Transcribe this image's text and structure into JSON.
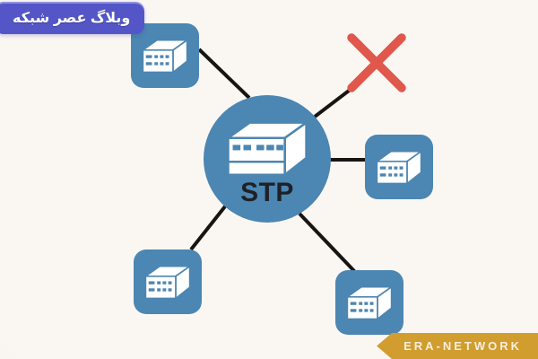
{
  "badge": {
    "label": "وبلاگ عصر شبکه"
  },
  "ribbon": {
    "label": "ERA-NETWORK"
  },
  "diagram": {
    "type": "network-topology",
    "center": {
      "id": "stp-switch",
      "label": "STP",
      "icon": "switch-icon",
      "shape": "circle"
    },
    "nodes": [
      {
        "id": "switch-top-left",
        "icon": "switch-icon"
      },
      {
        "id": "switch-right",
        "icon": "switch-icon"
      },
      {
        "id": "switch-bottom-left",
        "icon": "switch-icon"
      },
      {
        "id": "switch-bottom-right",
        "icon": "switch-icon"
      }
    ],
    "links": [
      {
        "from": "stp-switch",
        "to": "switch-top-left",
        "blocked": false
      },
      {
        "from": "stp-switch",
        "to": "blocked-branch-top-right",
        "blocked": true
      },
      {
        "from": "stp-switch",
        "to": "switch-right",
        "blocked": false
      },
      {
        "from": "stp-switch",
        "to": "switch-bottom-left",
        "blocked": false
      },
      {
        "from": "stp-switch",
        "to": "switch-bottom-right",
        "blocked": false
      }
    ],
    "blocked_marker": {
      "symbol": "X",
      "meaning": "blocked link"
    }
  },
  "colors": {
    "bg_light": "#faf7f3",
    "bg_edge": "#f1ece6",
    "node_blue": "#4c86b2",
    "line_black": "#181411",
    "x_red": "#e0574c",
    "badge_indigo": "#5456c8",
    "badge_text": "#ffffff",
    "ribbon_gold": "#d19d2f",
    "ribbon_text": "#f7efdf",
    "label_dark": "#1e2127"
  }
}
